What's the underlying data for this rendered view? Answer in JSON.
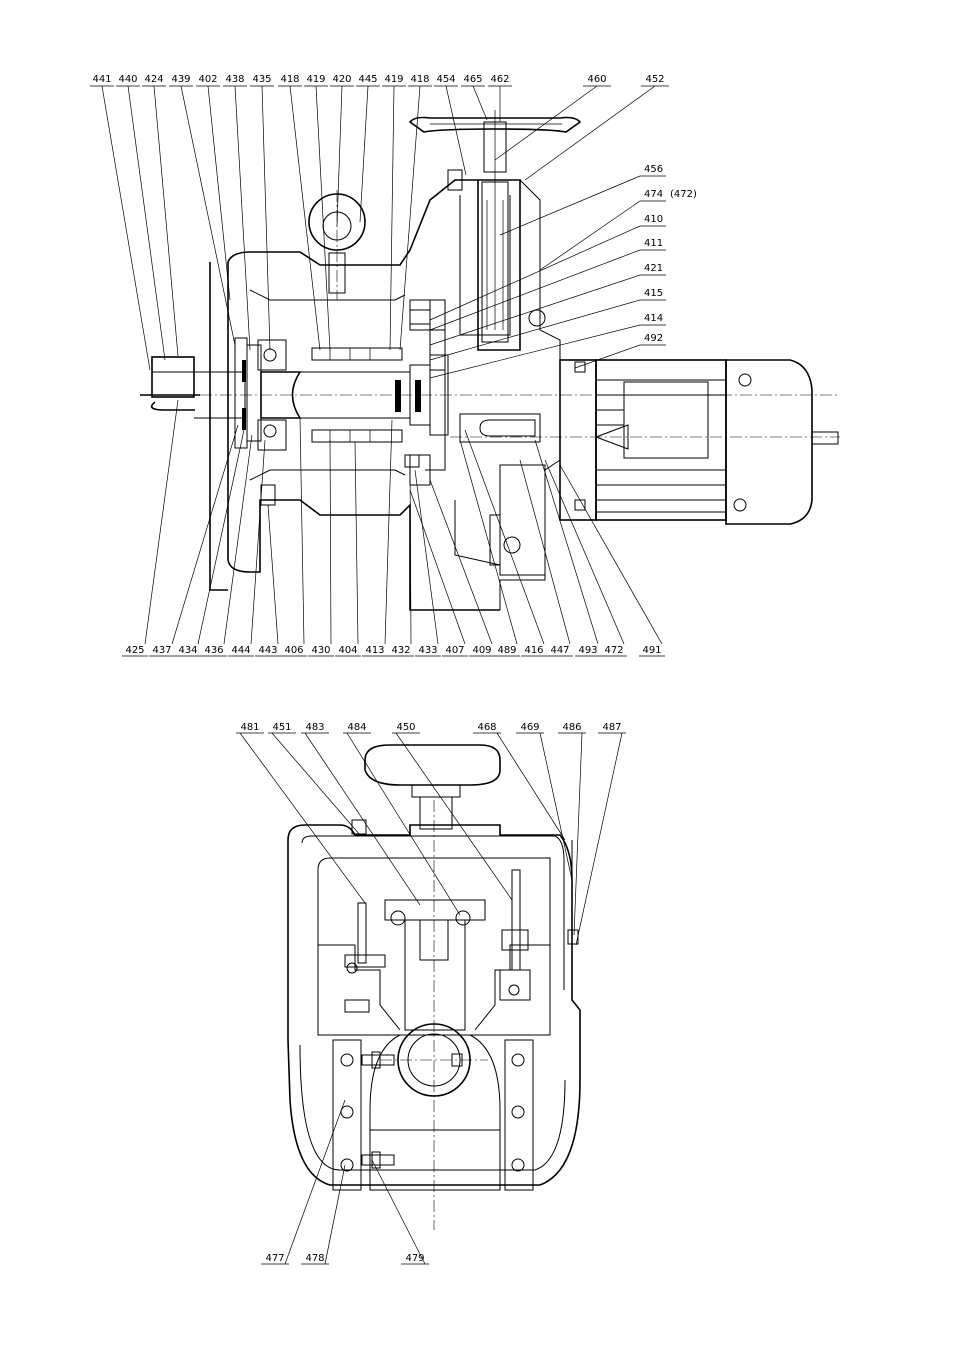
{
  "top_view": {
    "labels_top": [
      "441",
      "440",
      "424",
      "439",
      "402",
      "438",
      "435",
      "418",
      "419",
      "420",
      "445",
      "419",
      "418",
      "454",
      "465",
      "462",
      "460",
      "452"
    ],
    "labels_right": [
      "456",
      "474",
      "(472)",
      "410",
      "411",
      "421",
      "415",
      "414",
      "492"
    ],
    "labels_bottom": [
      "425",
      "437",
      "434",
      "436",
      "444",
      "443",
      "406",
      "430",
      "404",
      "413",
      "432",
      "433",
      "407",
      "409",
      "489",
      "416",
      "447",
      "493",
      "472",
      "491"
    ]
  },
  "front_view": {
    "labels_top": [
      "481",
      "451",
      "483",
      "484",
      "450",
      "468",
      "469",
      "486",
      "487"
    ],
    "labels_bottom": [
      "477",
      "478",
      "479"
    ]
  }
}
